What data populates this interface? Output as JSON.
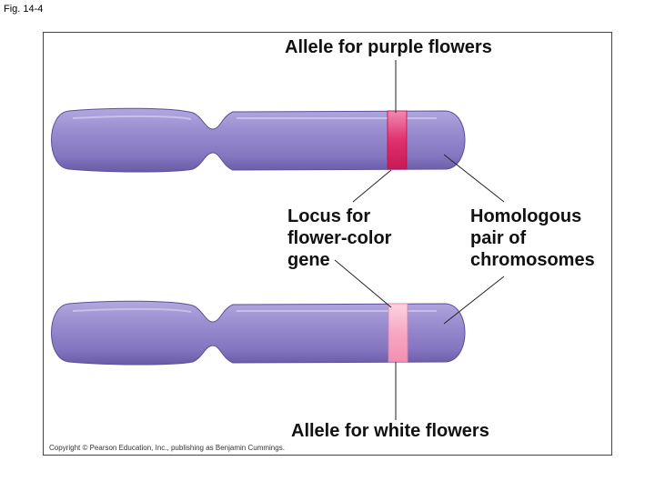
{
  "figure_label": "Fig. 14-4",
  "labels": {
    "allele_purple": "Allele for purple flowers",
    "locus": "Locus for\nflower-color\ngene",
    "homologous": "Homologous\npair of\nchromosomes",
    "allele_white": "Allele for white flowers"
  },
  "copyright": "Copyright © Pearson Education, Inc., publishing as Benjamin Cummings.",
  "colors": {
    "chromosome_body": "#9183c8",
    "chromosome_shadow": "#6f60ad",
    "chromosome_highlight": "#c7bdea",
    "band_purple": "#e0306e",
    "band_purple_light": "#ef7aa2",
    "band_white": "#f7a3c0",
    "band_white_light": "#fbc6d8"
  }
}
